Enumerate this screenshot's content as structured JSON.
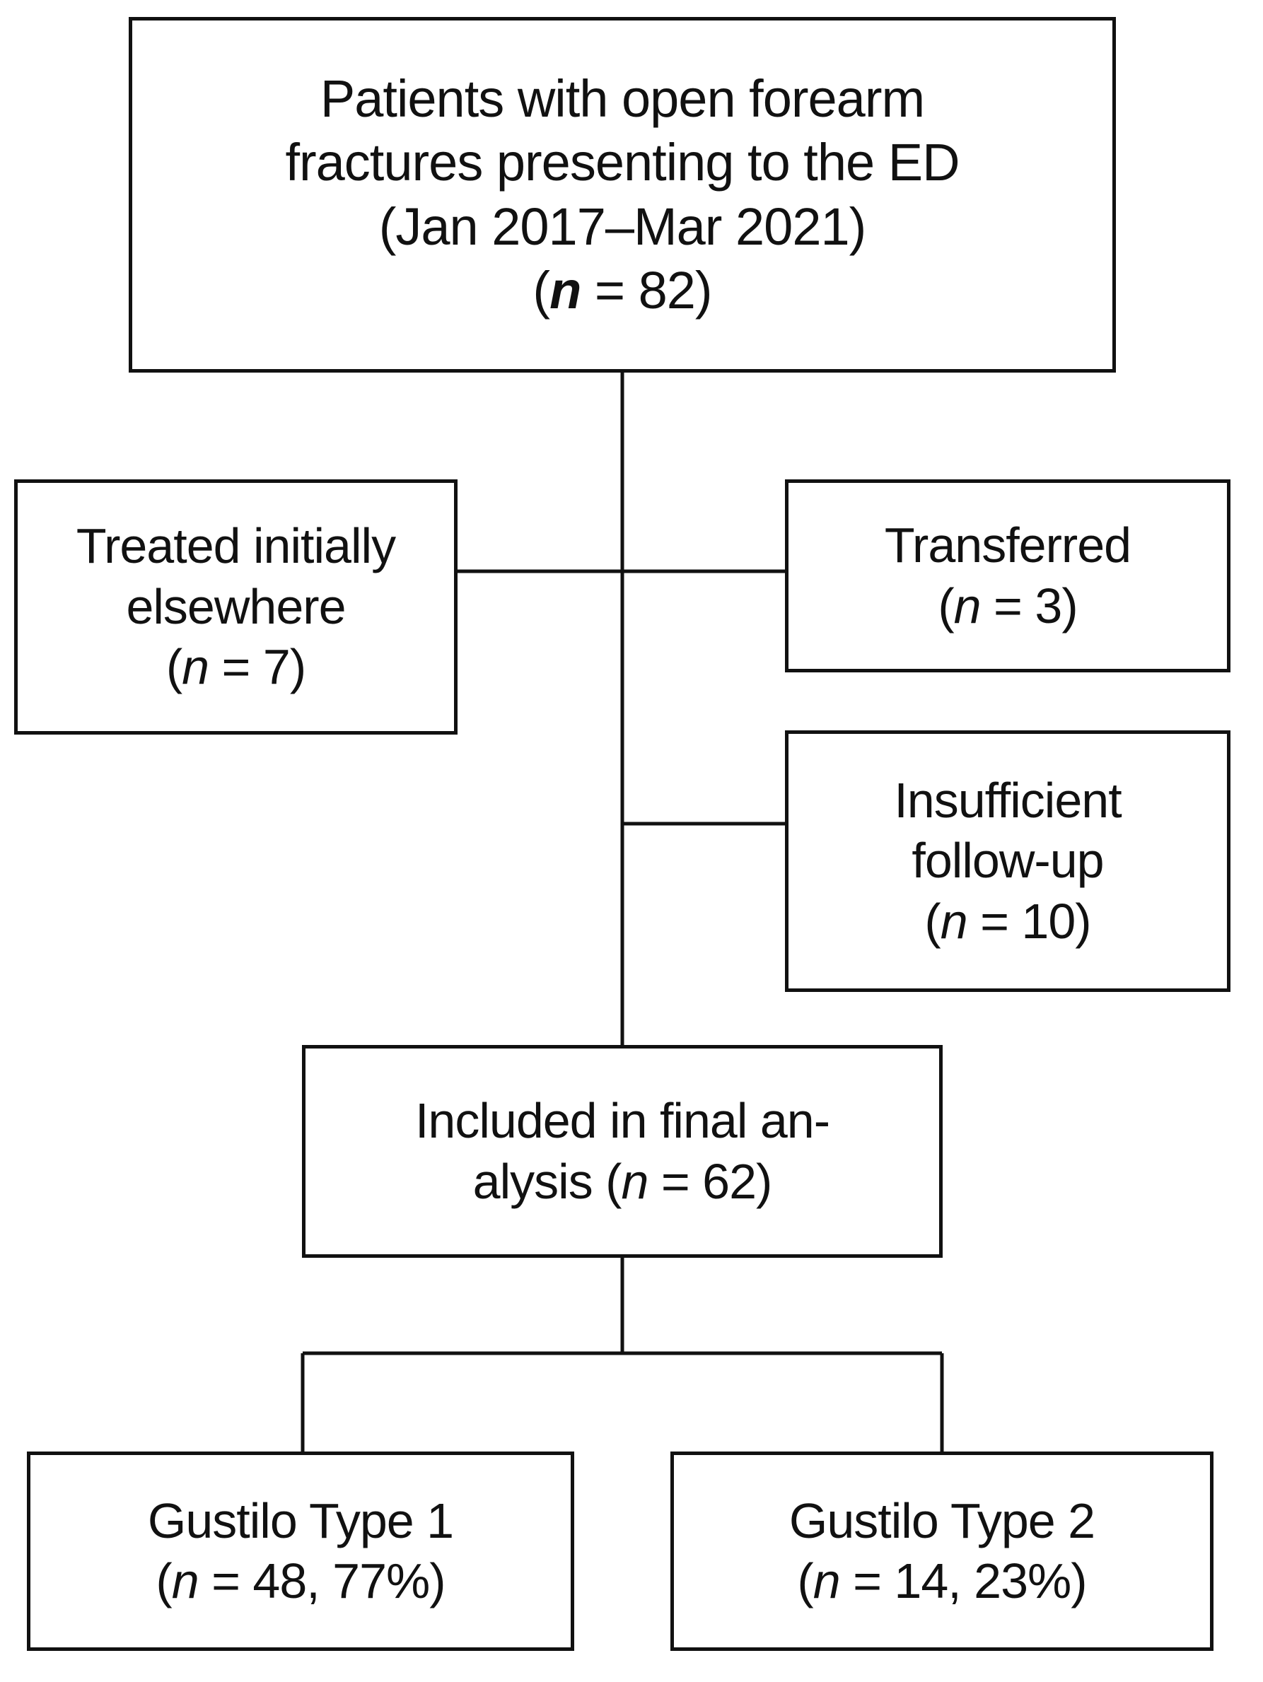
{
  "boxes": {
    "patients": {
      "lines": [
        "Patients with open forearm",
        "fractures presenting to the ED",
        "(Jan 2017–Mar 2021)"
      ],
      "n_open": "(",
      "n_var": "n",
      "n_rest": " = 82)"
    },
    "treated_elsewhere": {
      "lines": [
        "Treated initially",
        "elsewhere"
      ],
      "n_open": "(",
      "n_var": "n",
      "n_rest": " = 7)"
    },
    "transferred": {
      "lines": [
        "Transferred"
      ],
      "n_open": "(",
      "n_var": "n",
      "n_rest": " = 3)"
    },
    "insufficient_followup": {
      "lines": [
        "Insufficient",
        "follow-up"
      ],
      "n_open": "(",
      "n_var": "n",
      "n_rest": " = 10)"
    },
    "included": {
      "line1": "Included in final an-",
      "line2_pre": "alysis (",
      "n_var": "n",
      "line2_post": " = 62)"
    },
    "gustilo1": {
      "lines": [
        "Gustilo Type 1"
      ],
      "n_open": "(",
      "n_var": "n",
      "n_rest": " = 48, 77%)"
    },
    "gustilo2": {
      "lines": [
        "Gustilo Type 2"
      ],
      "n_open": "(",
      "n_var": "n",
      "n_rest": " = 14, 23%)"
    }
  },
  "colors": {
    "stroke": "#111111",
    "background": "#ffffff"
  }
}
